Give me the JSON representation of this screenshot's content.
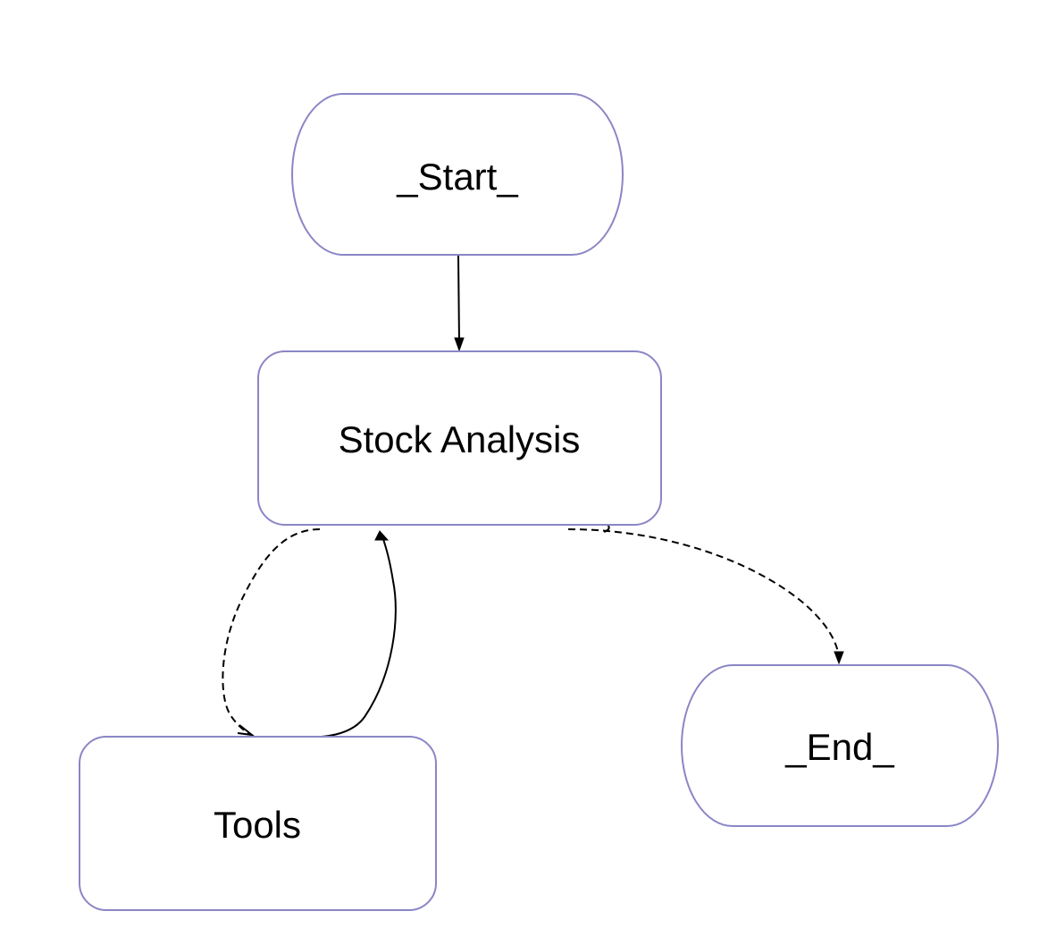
{
  "nodes": {
    "start": {
      "label": "_Start_"
    },
    "stock_analysis": {
      "label": "Stock Analysis"
    },
    "tools": {
      "label": "Tools"
    },
    "end": {
      "label": "_End_"
    }
  },
  "edges": [
    {
      "from": "start",
      "to": "stock_analysis",
      "style": "solid"
    },
    {
      "from": "stock_analysis",
      "to": "tools",
      "style": "dashed"
    },
    {
      "from": "tools",
      "to": "stock_analysis",
      "style": "solid"
    },
    {
      "from": "stock_analysis",
      "to": "end",
      "style": "dashed"
    }
  ],
  "colors": {
    "node_border": "#8b86c6",
    "edge": "#000000",
    "background": "#ffffff"
  }
}
